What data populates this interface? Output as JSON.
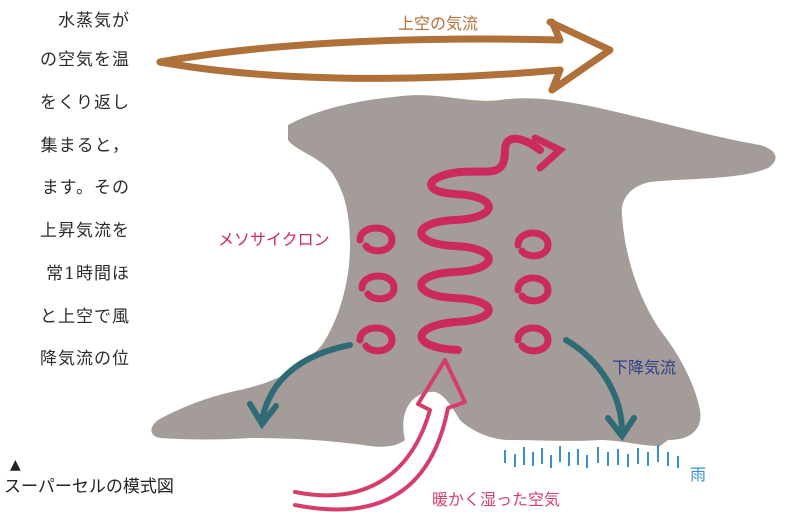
{
  "body_text": [
    "水蒸気が",
    "の空気を温",
    "をくり返し",
    "集まると，",
    "ます。その",
    "上昇気流を",
    "常1時間ほ",
    "と上空で風",
    "降気流の位"
  ],
  "labels": {
    "upper_wind": "上空の気流",
    "mesocyclone": "メソサイクロン",
    "downdraft": "下降気流",
    "rain": "雨",
    "warm_moist_air": "暖かく湿った空気"
  },
  "caption": {
    "marker": "▲",
    "text": "スーパーセルの模式図"
  },
  "colors": {
    "cloud": "#a39c98",
    "upper_wind": "#b0703a",
    "mesocyclone": "#cc2a5e",
    "downdraft": "#2f6b74",
    "rain": "#3a8fd0",
    "downdraft_label": "#2e3c8c",
    "warm_air": "#d63e6a"
  }
}
